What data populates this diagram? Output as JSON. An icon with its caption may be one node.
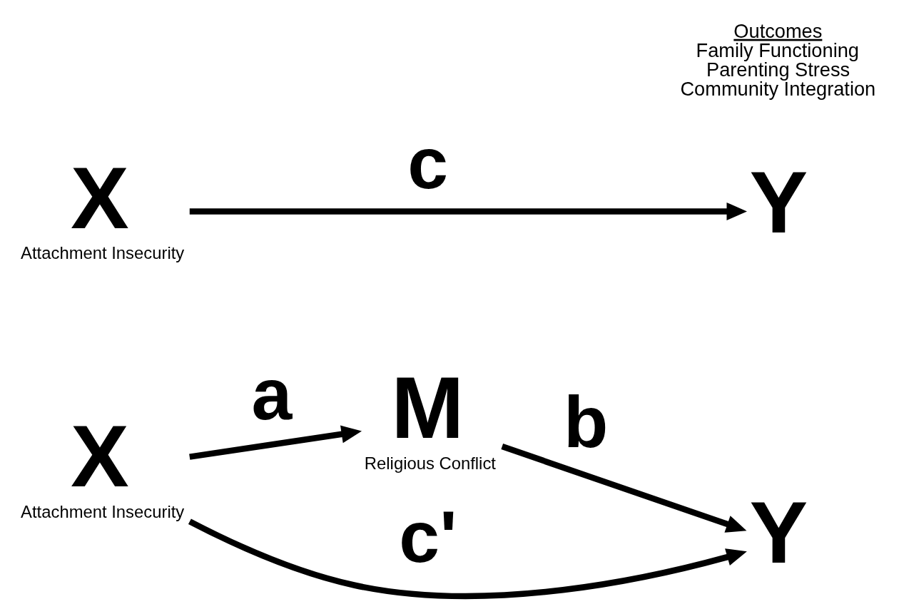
{
  "diagram": {
    "nodes": [
      {
        "text": [
          "M"
        ],
        "beside": [
          "Religious Conflict"
        ]
      },
      {
        "text": [
          "X"
        ],
        "beside": [
          "Attachment Insecurity"
        ]
      },
      {
        "text": [
          "Y"
        ]
      },
      {
        "text": [
          "X"
        ],
        "beside": [
          "Attachment Insecurity"
        ]
      },
      {
        "text": [
          "Y"
        ]
      }
    ],
    "edges": [
      {
        "from": 1,
        "to": 0,
        "arrow": "to",
        "label": "a"
      },
      {
        "from": 0,
        "to": 2,
        "arrow": "to",
        "label": "b"
      },
      {
        "from": 1,
        "to": 2,
        "arrow": "to",
        "label": "c'"
      },
      {
        "from": 3,
        "to": 4,
        "arrow": "to",
        "label": "c"
      }
    ],
    "labels": [
      "Outcomes",
      "Family Functioning",
      "Parenting Stress",
      "Community Integration"
    ]
  }
}
